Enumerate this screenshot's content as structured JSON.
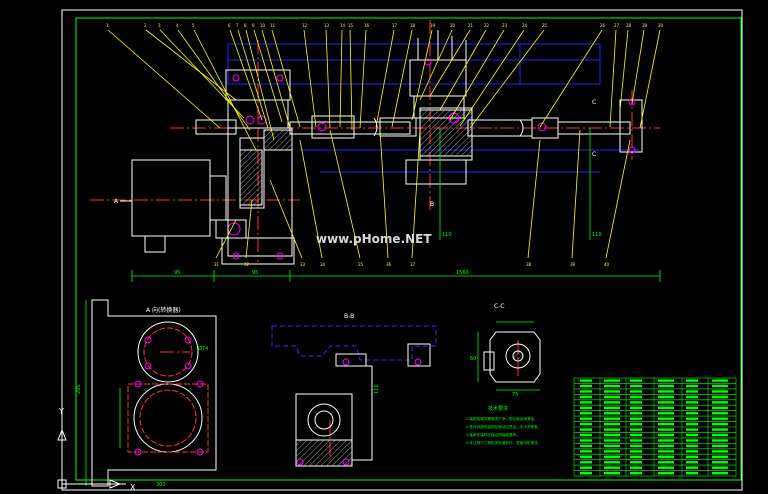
{
  "watermark": "www.pHome.NET",
  "balloon_numbers_top": [
    "1",
    "2",
    "3",
    "4",
    "5",
    "6",
    "7",
    "8",
    "9",
    "10",
    "11",
    "12",
    "13",
    "14",
    "15",
    "16",
    "17",
    "18",
    "19",
    "20",
    "21",
    "22",
    "23",
    "24",
    "25",
    "26",
    "27",
    "28",
    "29",
    "30"
  ],
  "balloon_numbers_bottom": [
    "31",
    "32",
    "33",
    "34",
    "35",
    "36",
    "37",
    "38",
    "39",
    "40"
  ],
  "dimensions": {
    "overall_length": "1560",
    "left_block": "95",
    "motor_width": "95",
    "shaft_height": "110",
    "shaft_height_right": "110",
    "view_a_height": "285",
    "view_a_width": "300",
    "view_a_circle": "Ø74",
    "view_a_inner": "Ø",
    "view_c_width": "75",
    "view_c_height": "60",
    "view_b_height": "110"
  },
  "section_labels": {
    "a_arrow": "A",
    "b_marker": "B",
    "c_marker": "C",
    "view_a_title": "A 向(转换器)",
    "view_b_title": "B-B",
    "view_c_title": "C-C"
  },
  "notes_title": "技术要求",
  "notes": [
    "1.装配前零件需清洗干净，配合面涂润滑油。",
    "2.各传动部件装配后转动应灵活，无卡滞现象。",
    "3.轴承安装时应保证同轴度要求。",
    "4.未注明尺寸按相关标准执行，表面涂防锈漆。"
  ],
  "title_block_rows": 18,
  "axis": {
    "y": "Y",
    "x": "X"
  },
  "colors": {
    "background": "#000000",
    "frame": "#ffffff",
    "border_inner": "#00ff00",
    "leader": "#ffff00",
    "center_line": "#ff3333",
    "part": "#ffffff",
    "hidden": "#0000ff",
    "dimension": "#00ff00",
    "bolt": "#ff00ff",
    "hatch": "#ffffff",
    "title_block": "#00ff00",
    "text": "#00ff00",
    "watermark": "#d8d8d8"
  }
}
